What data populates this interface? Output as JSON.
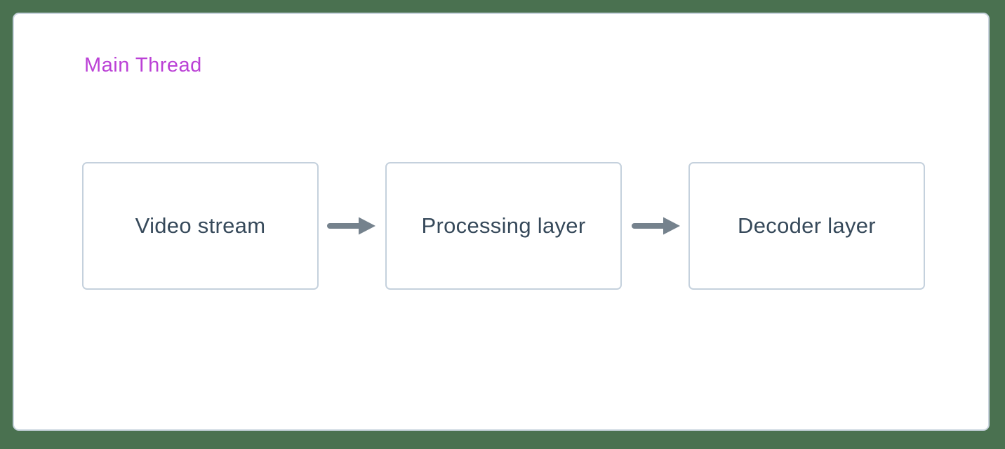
{
  "diagram": {
    "container_label": "Main Thread",
    "nodes": [
      {
        "label": "Video stream"
      },
      {
        "label": "Processing layer"
      },
      {
        "label": "Decoder layer"
      }
    ],
    "connections": [
      {
        "from": "Video stream",
        "to": "Processing layer",
        "type": "arrow-right"
      },
      {
        "from": "Processing layer",
        "to": "Decoder layer",
        "type": "arrow-right"
      }
    ],
    "colors": {
      "background": "#4a7150",
      "card_background": "#ffffff",
      "card_border": "#c9d4de",
      "node_border": "#c5d1dd",
      "node_text": "#36495a",
      "container_label": "#bb41d6",
      "arrow": "#75828d"
    }
  }
}
